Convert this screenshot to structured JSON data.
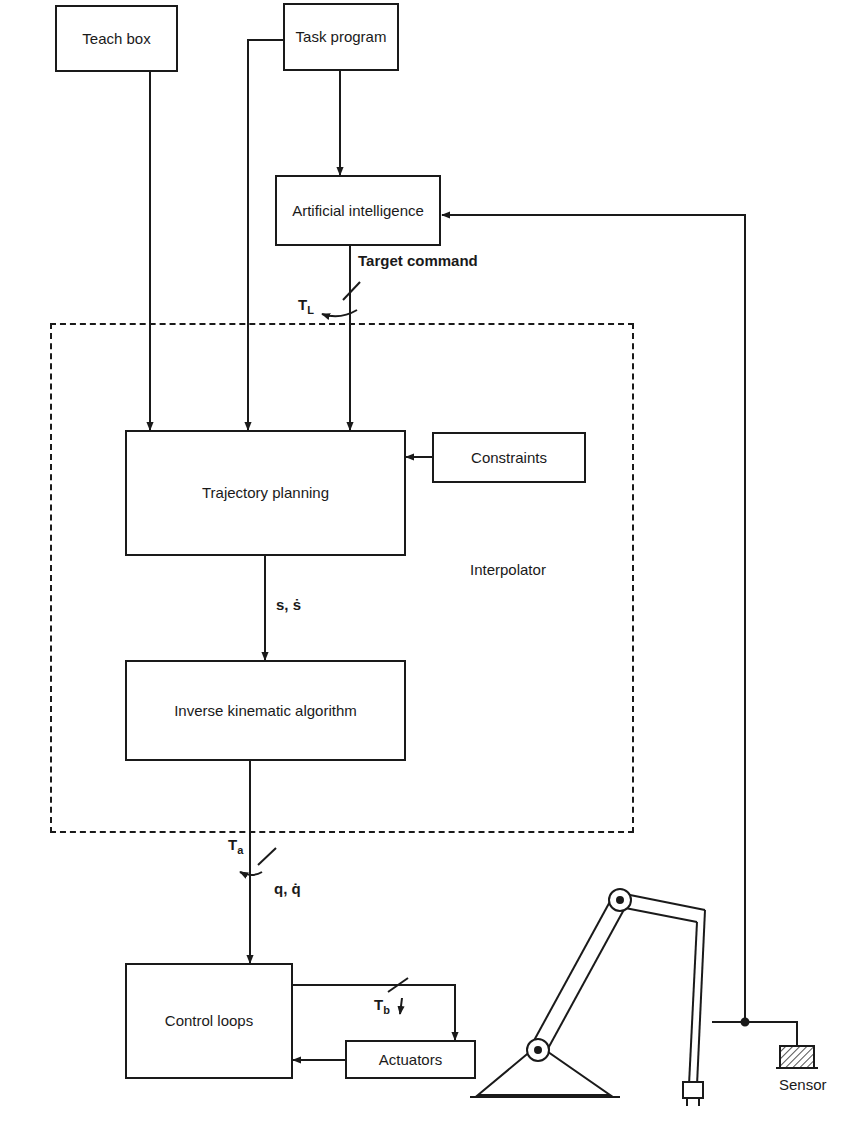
{
  "diagram": {
    "nodes": [
      {
        "text": [
          "Teach box"
        ]
      },
      {
        "text": [
          "Task program"
        ]
      },
      {
        "text": [
          "Artificial intelligence"
        ]
      },
      {
        "text": [
          "Interpolator"
        ]
      },
      {
        "text": [
          "Trajectory planning"
        ],
        "in": 3
      },
      {
        "text": [
          "Constraints"
        ],
        "in": 3
      },
      {
        "text": [
          "Inverse kinematic algorithm"
        ],
        "in": 3
      },
      {
        "text": [
          "Control loops"
        ]
      },
      {
        "text": [
          "Actuators"
        ]
      }
    ],
    "edges": [
      {
        "from": 0,
        "to": 4,
        "arrow": "to"
      },
      {
        "from": 1,
        "to": 4,
        "arrow": "to"
      },
      {
        "from": 1,
        "to": 2,
        "arrow": "to"
      },
      {
        "from": 2,
        "to": 4,
        "label": "Target command",
        "arrow": "to"
      },
      {
        "from": 5,
        "to": 4,
        "arrow": "to"
      },
      {
        "from": 4,
        "to": 6,
        "label": "s, ṡ",
        "arrow": "to"
      },
      {
        "from": 6,
        "to": 7,
        "label": "q, q̇",
        "arrow": "to"
      },
      {
        "from": 7,
        "to": 8,
        "arrow": "to"
      },
      {
        "from": 8,
        "to": 7,
        "arrow": "to"
      }
    ],
    "labels": [
      "TL",
      "Ta",
      "Tb",
      "Sensor"
    ]
  }
}
